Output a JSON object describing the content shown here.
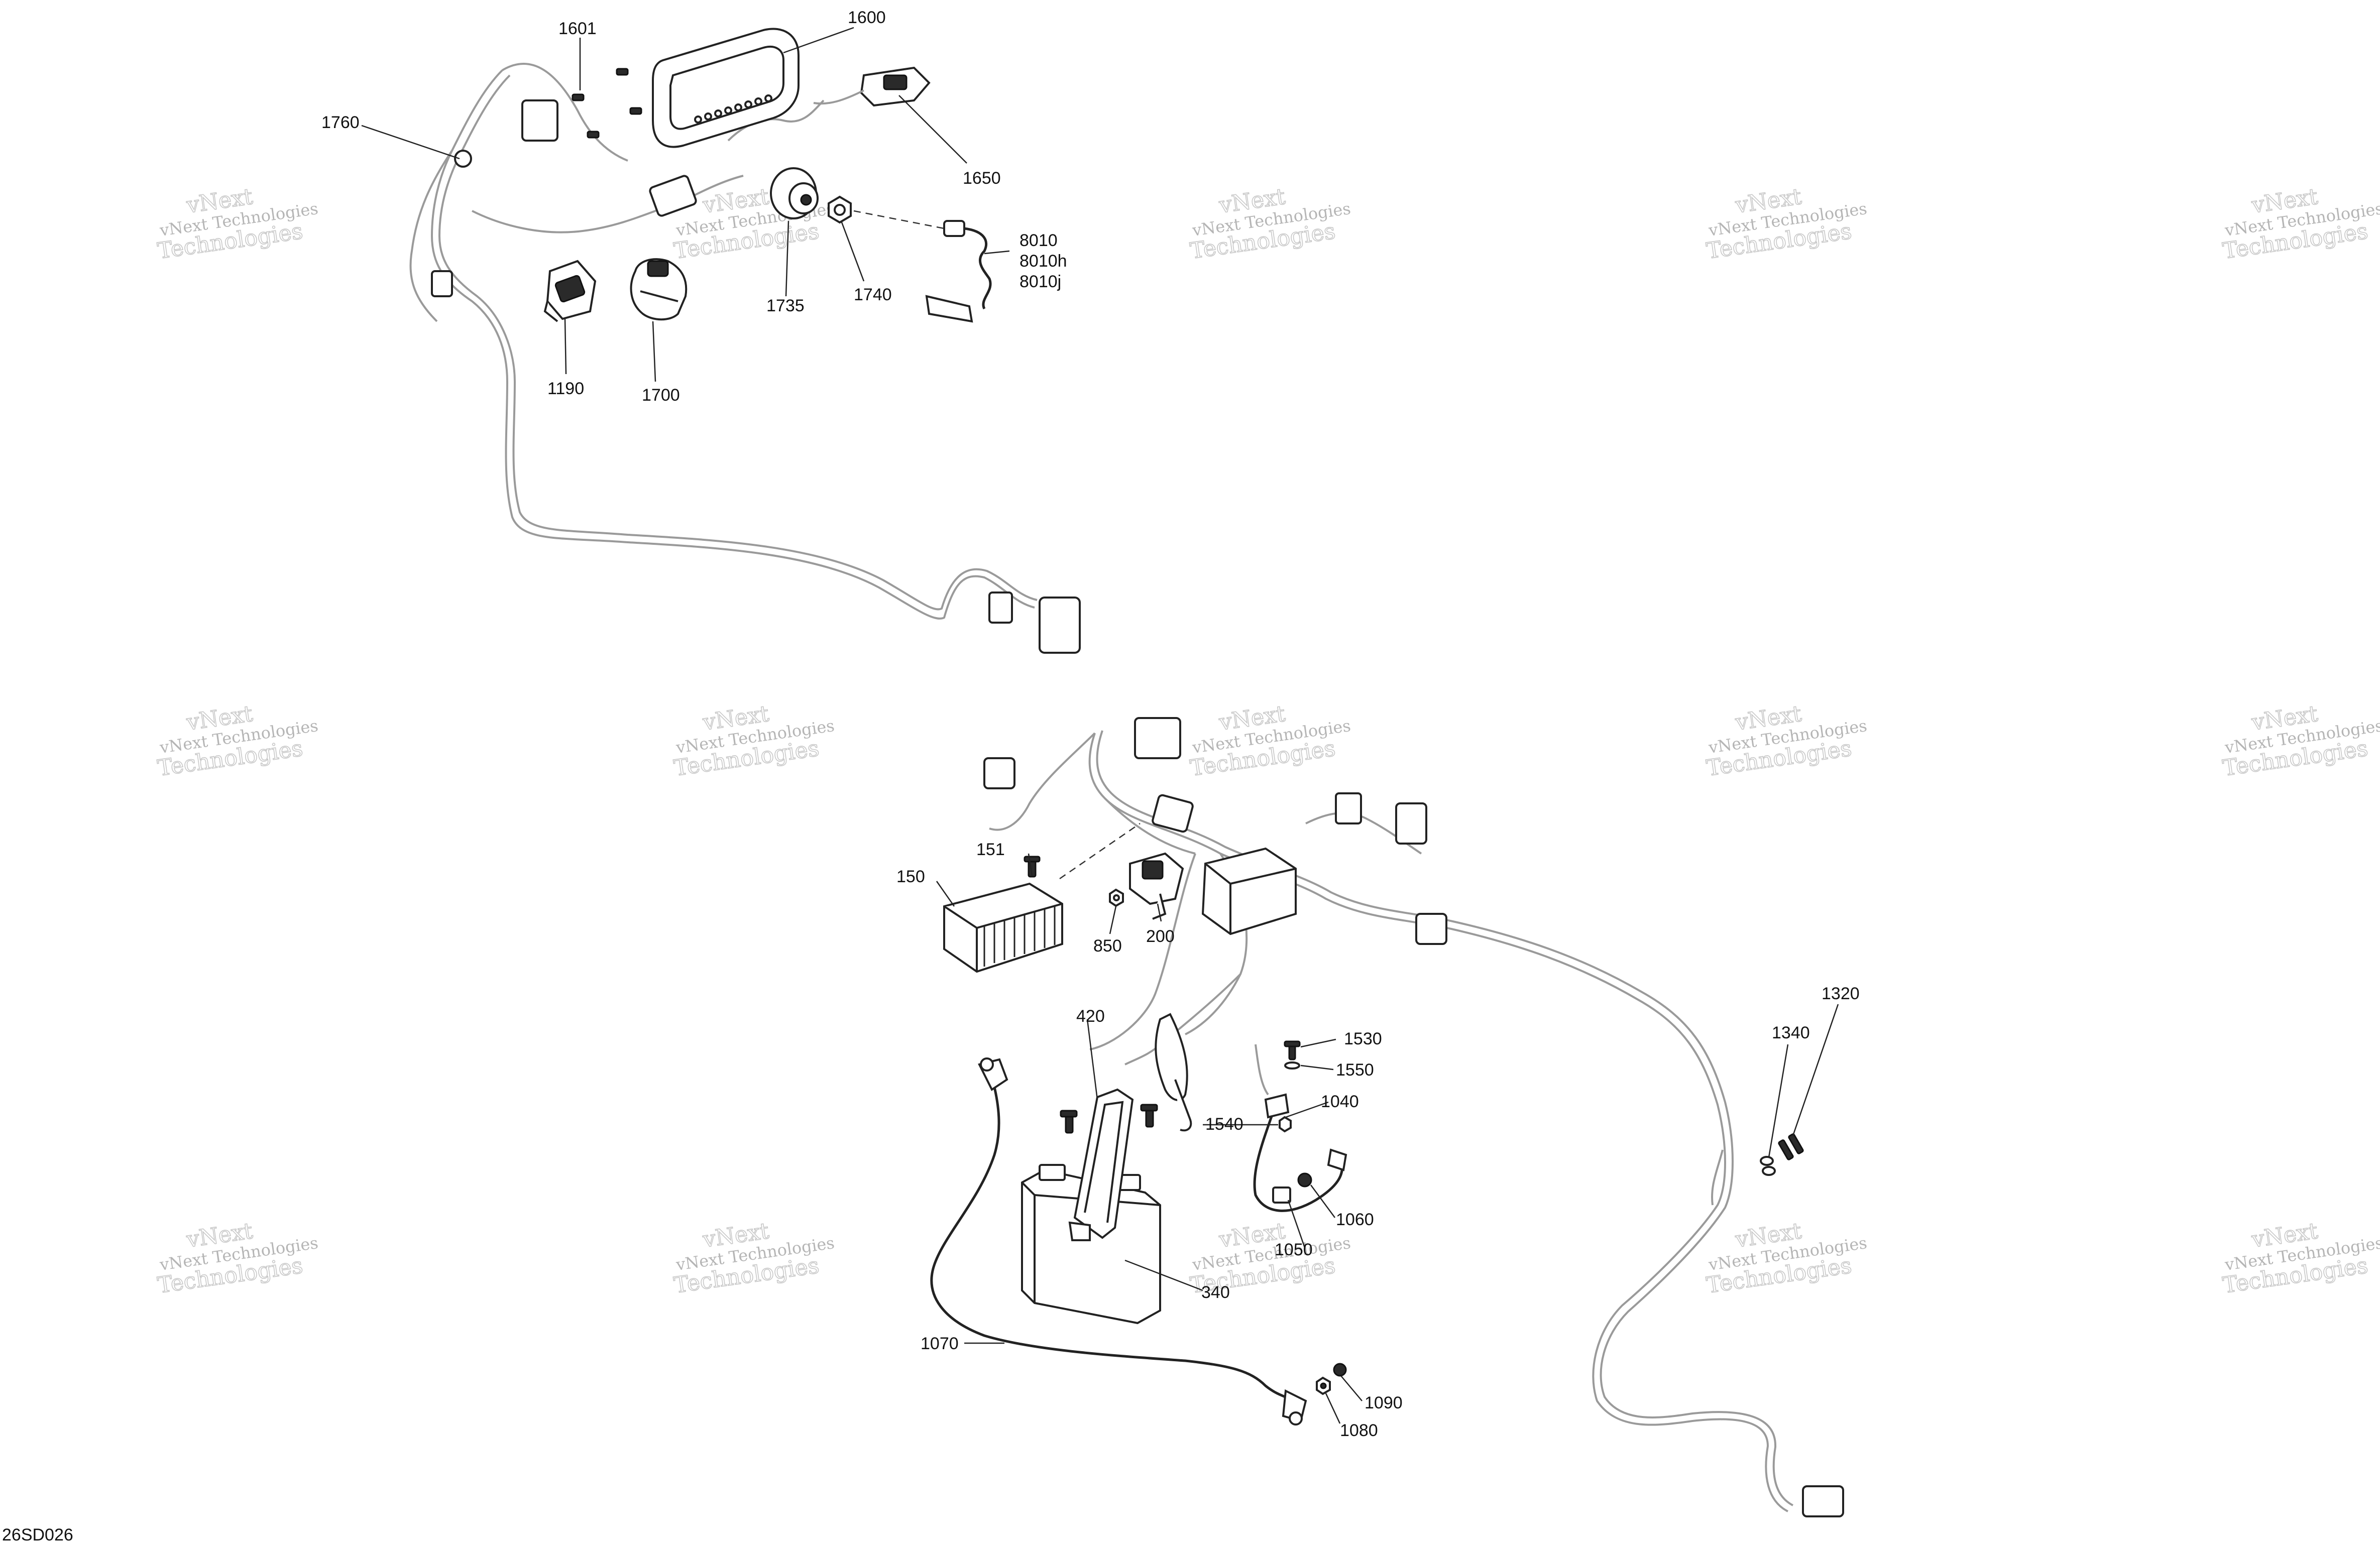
{
  "figure_id": "26SD026",
  "watermark": {
    "line1": "vNext Technologies",
    "line2": "Technologies",
    "overlay": "vNext"
  },
  "callouts": [
    {
      "id": "c1601",
      "label": "1601"
    },
    {
      "id": "c1600",
      "label": "1600"
    },
    {
      "id": "c1760",
      "label": "1760"
    },
    {
      "id": "c1650",
      "label": "1650"
    },
    {
      "id": "c8010",
      "label": "8010"
    },
    {
      "id": "c8010h",
      "label": "8010h"
    },
    {
      "id": "c8010j",
      "label": "8010j"
    },
    {
      "id": "c1735",
      "label": "1735"
    },
    {
      "id": "c1740",
      "label": "1740"
    },
    {
      "id": "c1190",
      "label": "1190"
    },
    {
      "id": "c1700",
      "label": "1700"
    },
    {
      "id": "c151",
      "label": "151"
    },
    {
      "id": "c150",
      "label": "150"
    },
    {
      "id": "c850",
      "label": "850"
    },
    {
      "id": "c200",
      "label": "200"
    },
    {
      "id": "c420",
      "label": "420"
    },
    {
      "id": "c1530",
      "label": "1530"
    },
    {
      "id": "c1550",
      "label": "1550"
    },
    {
      "id": "c1040",
      "label": "1040"
    },
    {
      "id": "c1540",
      "label": "1540"
    },
    {
      "id": "c1060",
      "label": "1060"
    },
    {
      "id": "c1050",
      "label": "1050"
    },
    {
      "id": "c340",
      "label": "340"
    },
    {
      "id": "c1070",
      "label": "1070"
    },
    {
      "id": "c1090",
      "label": "1090"
    },
    {
      "id": "c1080",
      "label": "1080"
    },
    {
      "id": "c1320",
      "label": "1320"
    },
    {
      "id": "c1340",
      "label": "1340"
    }
  ]
}
